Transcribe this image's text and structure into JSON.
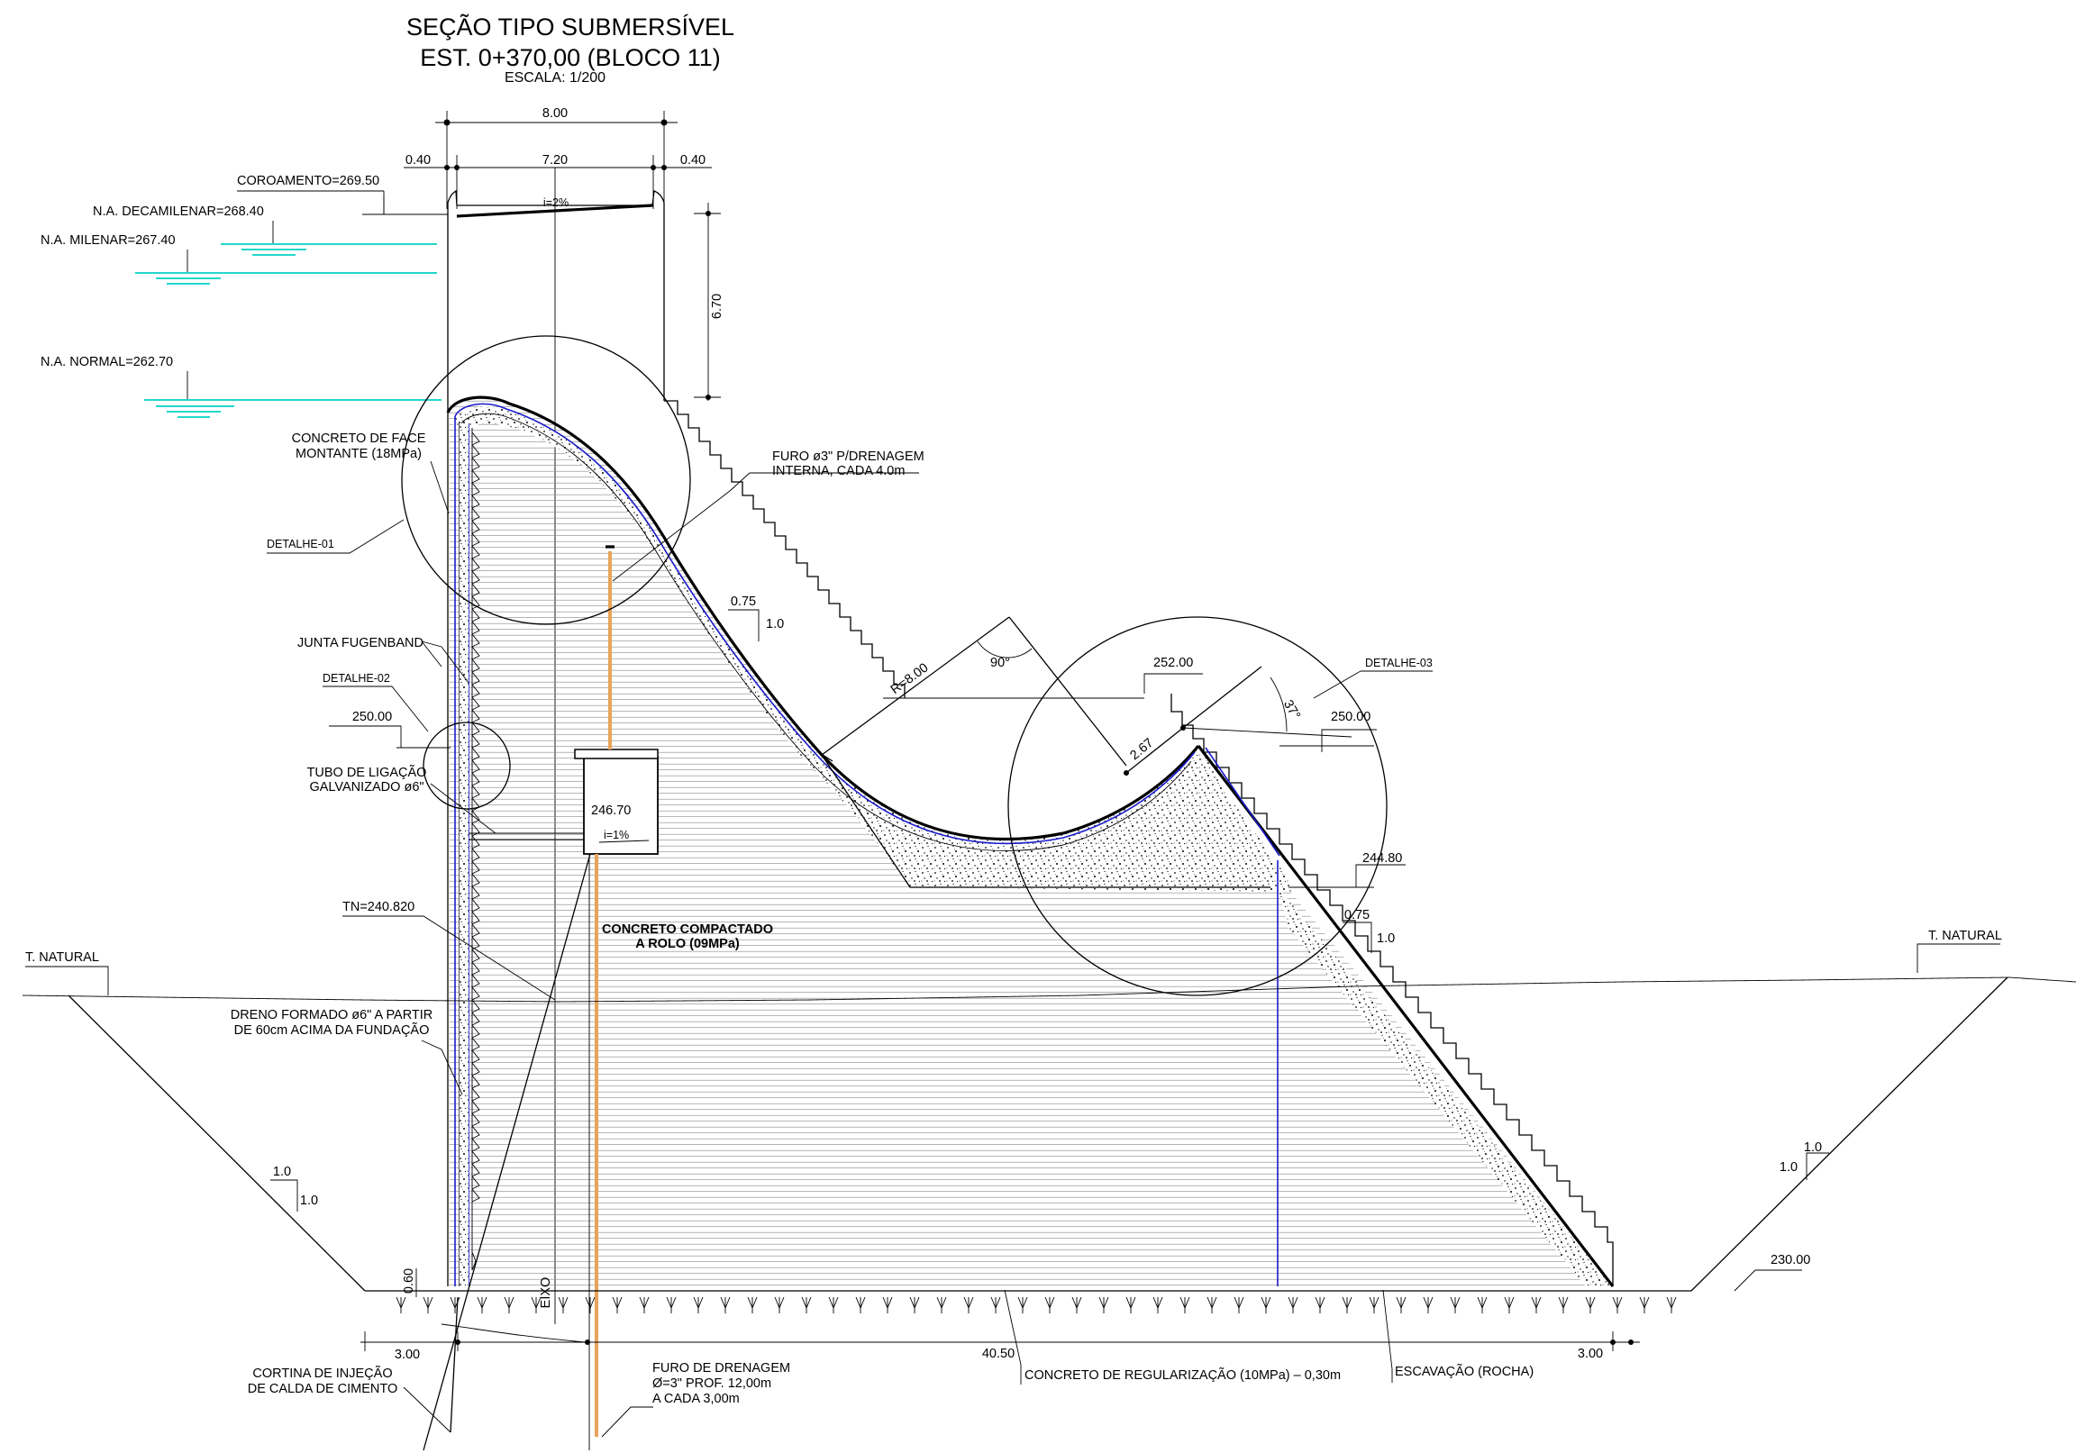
{
  "title": {
    "line1": "SEÇÃO TIPO SUBMERSÍVEL",
    "line2": "EST. 0+370,00 (BLOCO 11)",
    "scale": "ESCALA: 1/200"
  },
  "top_dimensions": {
    "total": "8.00",
    "left_offset": "0.40",
    "crest_width": "7.20",
    "right_offset": "0.40",
    "crest_slope": "i=2%",
    "vertical": "6.70"
  },
  "levels": {
    "crest": "COROAMENTO=269.50",
    "decamilenar": "N.A. DECAMILENAR=268.40",
    "milenar": "N.A. MILENAR=267.40",
    "normal": "N.A. NORMAL=262.70"
  },
  "callouts": {
    "face_concrete_1": "CONCRETO DE FACE",
    "face_concrete_2": "MONTANTE (18MPa)",
    "detail_1": "DETALHE-01",
    "joint": "JUNTA FUGENBAND",
    "detail_2": "DETALHE-02",
    "el_250": "250.00",
    "pipe_1": "TUBO DE LIGAÇÃO",
    "pipe_2": "GALVANIZADO ø6\"",
    "tn": "TN=240.820",
    "t_natural_left": "T. NATURAL",
    "drain_1": "DRENO FORMADO ø6\" A PARTIR",
    "drain_2": "DE 60cm ACIMA DA FUNDAÇÃO",
    "furo_int_1": "FURO ø3\" P/DRENAGEM",
    "furo_int_2": "INTERNA, CADA 4.0m",
    "slope_h": "0.75",
    "slope_v": "1.0",
    "radius": "R=8.00",
    "angle_90": "90°",
    "el_252": "252.00",
    "detail_3": "DETALHE-03",
    "angle_37": "37°",
    "el_250_right": "250.00",
    "dim_267": "2.67",
    "gallery_el": "246.70",
    "gallery_slope": "i=1%",
    "el_244": "244.80",
    "slope_h2": "0.75",
    "slope_v2": "1.0",
    "rcc_1": "CONCRETO COMPACTADO",
    "rcc_2": "A ROLO (09MPa)",
    "t_natural_right": "T. NATURAL",
    "cut_left_h": "1.0",
    "cut_left_v": "1.0",
    "cut_right_h": "1.0",
    "cut_right_v": "1.0",
    "el_230": "230.00",
    "dim_060": "0.60",
    "eixo": "EIXO",
    "curtain_1": "CORTINA DE INJEÇÃO",
    "curtain_2": "DE CALDA DE CIMENTO",
    "furo_dren_1": "FURO DE DRENAGEM",
    "furo_dren_2": "Ø=3\" PROF. 12,00m",
    "furo_dren_3": "A CADA 3,00m",
    "dim_300_left": "3.00",
    "dim_4050": "40.50",
    "dim_300_right": "3.00",
    "leveling": "CONCRETO DE REGULARIZAÇÃO (10MPa) – 0,30m",
    "excavation": "ESCAVAÇÃO (ROCHA)"
  },
  "colors": {
    "line": "#000000",
    "drain_blue": "#1a1acc",
    "water_cyan": "#22d6cc",
    "drain_orange": "#e8a45a"
  }
}
